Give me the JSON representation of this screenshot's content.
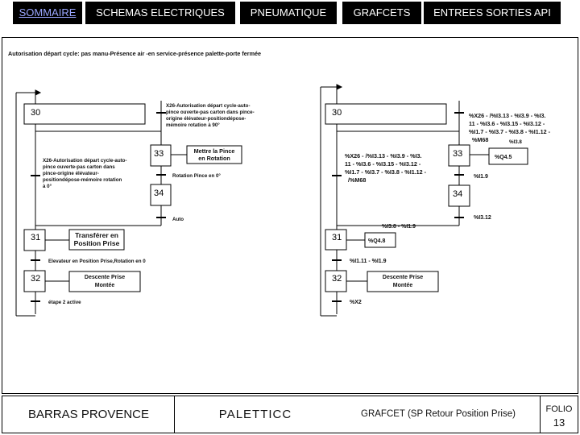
{
  "nav": {
    "items": [
      {
        "label": "SOMMAIRE",
        "active": true
      },
      {
        "label": "SCHEMAS ELECTRIQUES",
        "active": false
      },
      {
        "label": "PNEUMATIQUE",
        "active": false
      },
      {
        "label": "GRAFCETS",
        "active": false
      },
      {
        "label": "ENTREES SORTIES API",
        "active": false
      }
    ]
  },
  "left": {
    "header": "Autorisation départ cycle: pas manu-Présence air -en service-présence palette-porte fermée",
    "steps": {
      "s30": "30",
      "s33": "33",
      "s34": "34",
      "s31": "31",
      "s32": "32"
    },
    "t_30_top": [
      "X26-Autorisation départ cycle-auto-",
      "pince ouverte-pas carton dans pince-",
      "origine élévateur-positiondépose-",
      "mémoire rotation à 90°"
    ],
    "t_30_left": [
      "X26-Autorisation départ cycle-auto-",
      "pince ouverte-pas carton dans",
      "pince-origine élévateur-",
      "positiondépose-mémoire rotation",
      "à 0°"
    ],
    "action33": [
      "Mettre la Pince",
      "en Rotation"
    ],
    "t_33": "Rotation Pince en 0°",
    "t_34": "Auto",
    "action31": [
      "Transférer en",
      "Position Prise"
    ],
    "t_31": "Elevateur en Position Prise,Rotation en 0",
    "action32": [
      "Descente Prise",
      "Montée"
    ],
    "t_32": "étape 2 active"
  },
  "right": {
    "steps": {
      "s30": "30",
      "s33": "33",
      "s34": "34",
      "s31": "31",
      "s32": "32"
    },
    "t_30_top": [
      "%X26 - /%I3.13 - %I3.9 - %I3.",
      "11 - %I3.6 - %I3.15 - %I3.12 -",
      "%I1.7 - %I3.7 - %I3.8 - %I1.12 -",
      "%M68"
    ],
    "t_30_top_extra": "%I3.8",
    "t_30_left": [
      "%X26 - /%I3.13 - %I3.9 - %I3.",
      "11 - %I3.6 - %I3.15 - %I3.12 -",
      "%I1.7 - %I3.7 - %I3.8 - %I1.12 -",
      "/%M68"
    ],
    "action33": "%Q4.5",
    "t_33": "%I1.9",
    "t_34": "%I3.12",
    "t_34_below": "%I3.8 - %I1.9",
    "action31": "%Q4.8",
    "t_31": "%I1.11 - %I1.9",
    "action32": [
      "Descente Prise",
      "Montée"
    ],
    "t_32": "%X2"
  },
  "footer": {
    "company": "BARRAS PROVENCE",
    "project": "PALETTICC",
    "title": "GRAFCET (SP Retour Position Prise)",
    "folio_label": "FOLIO",
    "folio_number": "13"
  }
}
